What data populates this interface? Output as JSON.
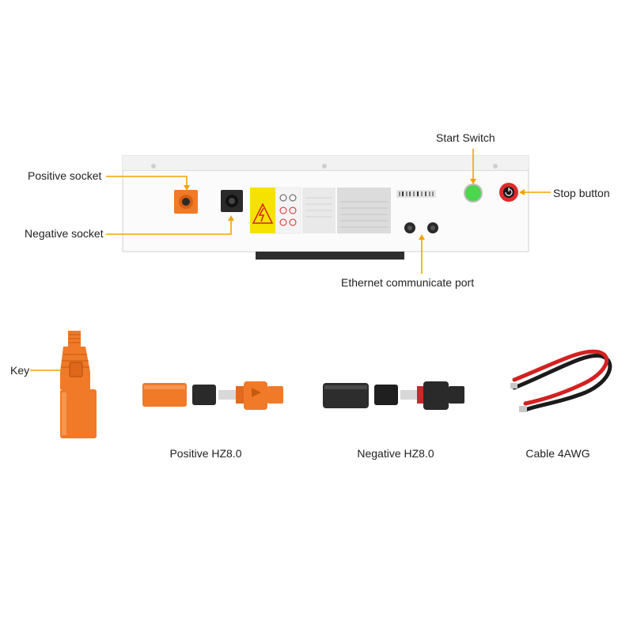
{
  "callouts": {
    "positive_socket": "Positive socket",
    "negative_socket": "Negative socket",
    "start_switch": "Start Switch",
    "stop_button": "Stop button",
    "ethernet_port": "Ethernet communicate port",
    "key": "Key"
  },
  "accessories": [
    {
      "caption": "Positive HZ8.0"
    },
    {
      "caption": "Negative HZ8.0"
    },
    {
      "caption": "Cable 4AWG"
    }
  ],
  "colors": {
    "callout_line": "#f4a300",
    "positive_orange": "#f07a28",
    "negative_black": "#2a2a2a",
    "start_green": "#4cd64c",
    "stop_red": "#e02a2a",
    "warning_yellow": "#f5e200"
  }
}
